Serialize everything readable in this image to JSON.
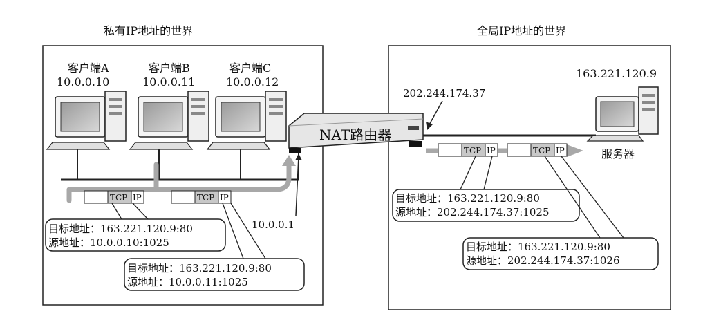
{
  "zones": {
    "private": {
      "title": "私有IP地址的世界"
    },
    "global": {
      "title": "全局IP地址的世界"
    }
  },
  "clients": [
    {
      "name": "客户端A",
      "ip": "10.0.0.10"
    },
    {
      "name": "客户端B",
      "ip": "10.0.0.11"
    },
    {
      "name": "客户端C",
      "ip": "10.0.0.12"
    }
  ],
  "router": {
    "label": "NAT路由器",
    "inside_ip": "10.0.0.1",
    "outside_ip": "202.244.174.37"
  },
  "server": {
    "label": "服务器",
    "ip": "163.221.120.9"
  },
  "packet": {
    "tcp": "TCP",
    "ip": "IP"
  },
  "callouts": [
    {
      "dst": "目标地址：163.221.120.9:80",
      "src": "源地址：10.0.0.10:1025"
    },
    {
      "dst": "目标地址：163.221.120.9:80",
      "src": "源地址：10.0.0.11:1025"
    },
    {
      "dst": "目标地址：163.221.120.9:80",
      "src": "源地址：202.244.174.37:1025"
    },
    {
      "dst": "目标地址：163.221.120.9:80",
      "src": "源地址：202.244.174.37:1026"
    }
  ]
}
